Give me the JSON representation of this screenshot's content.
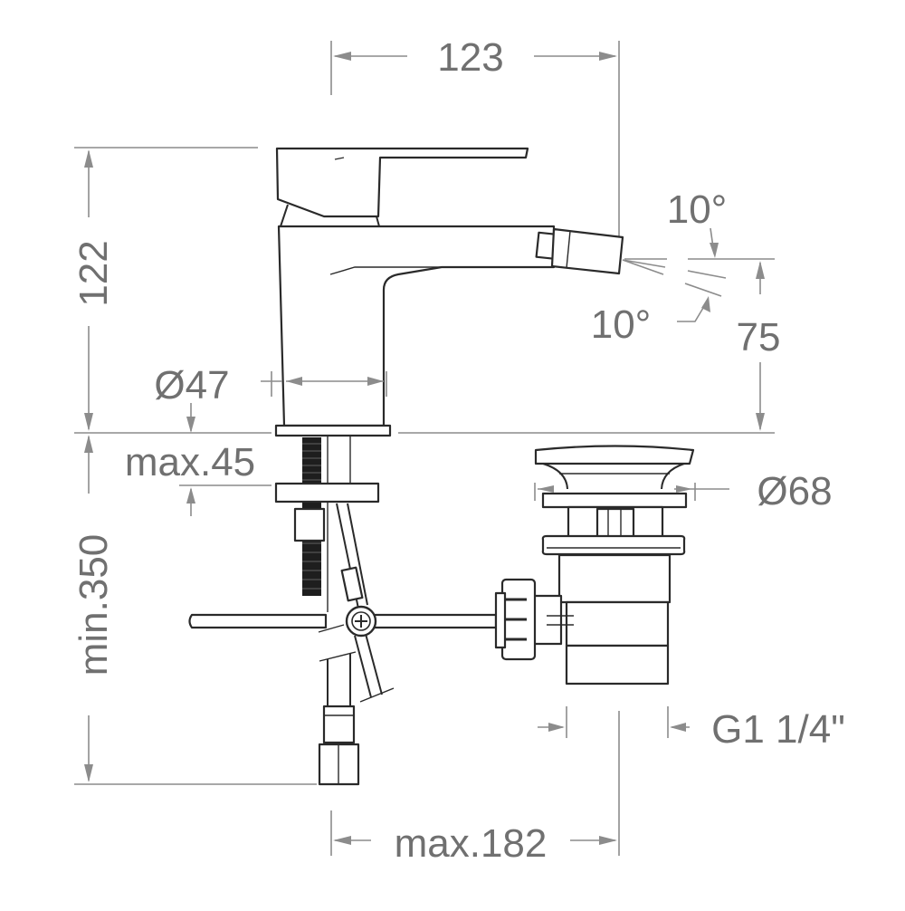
{
  "drawing": {
    "title": "Bidet mixer technical drawing with pop-up waste",
    "background": "#ffffff",
    "line_color": "#2a2a2a",
    "dimension_color": "#8c8c8c",
    "dimension_text_color": "#707070"
  },
  "dimensions": {
    "overall_width": "123",
    "height": "122",
    "spout_height": "75",
    "body_diameter": "Ø47",
    "max_deck_thickness": "max.45",
    "min_hose_length": "min.350",
    "max_reach": "max.182",
    "waste_diameter": "Ø68",
    "waste_thread": "G1 1/4\"",
    "spray_angle_up": "10°",
    "spray_angle_down": "10°"
  },
  "components": {
    "mixer": "single-lever bidet mixer",
    "aerator": "swivel aerator",
    "fixing": "threaded rod with nut and washer",
    "hoses": "flexible supply hose",
    "pop_up_rod": "pull-rod with joint",
    "waste": "click-clack / pop-up waste"
  }
}
